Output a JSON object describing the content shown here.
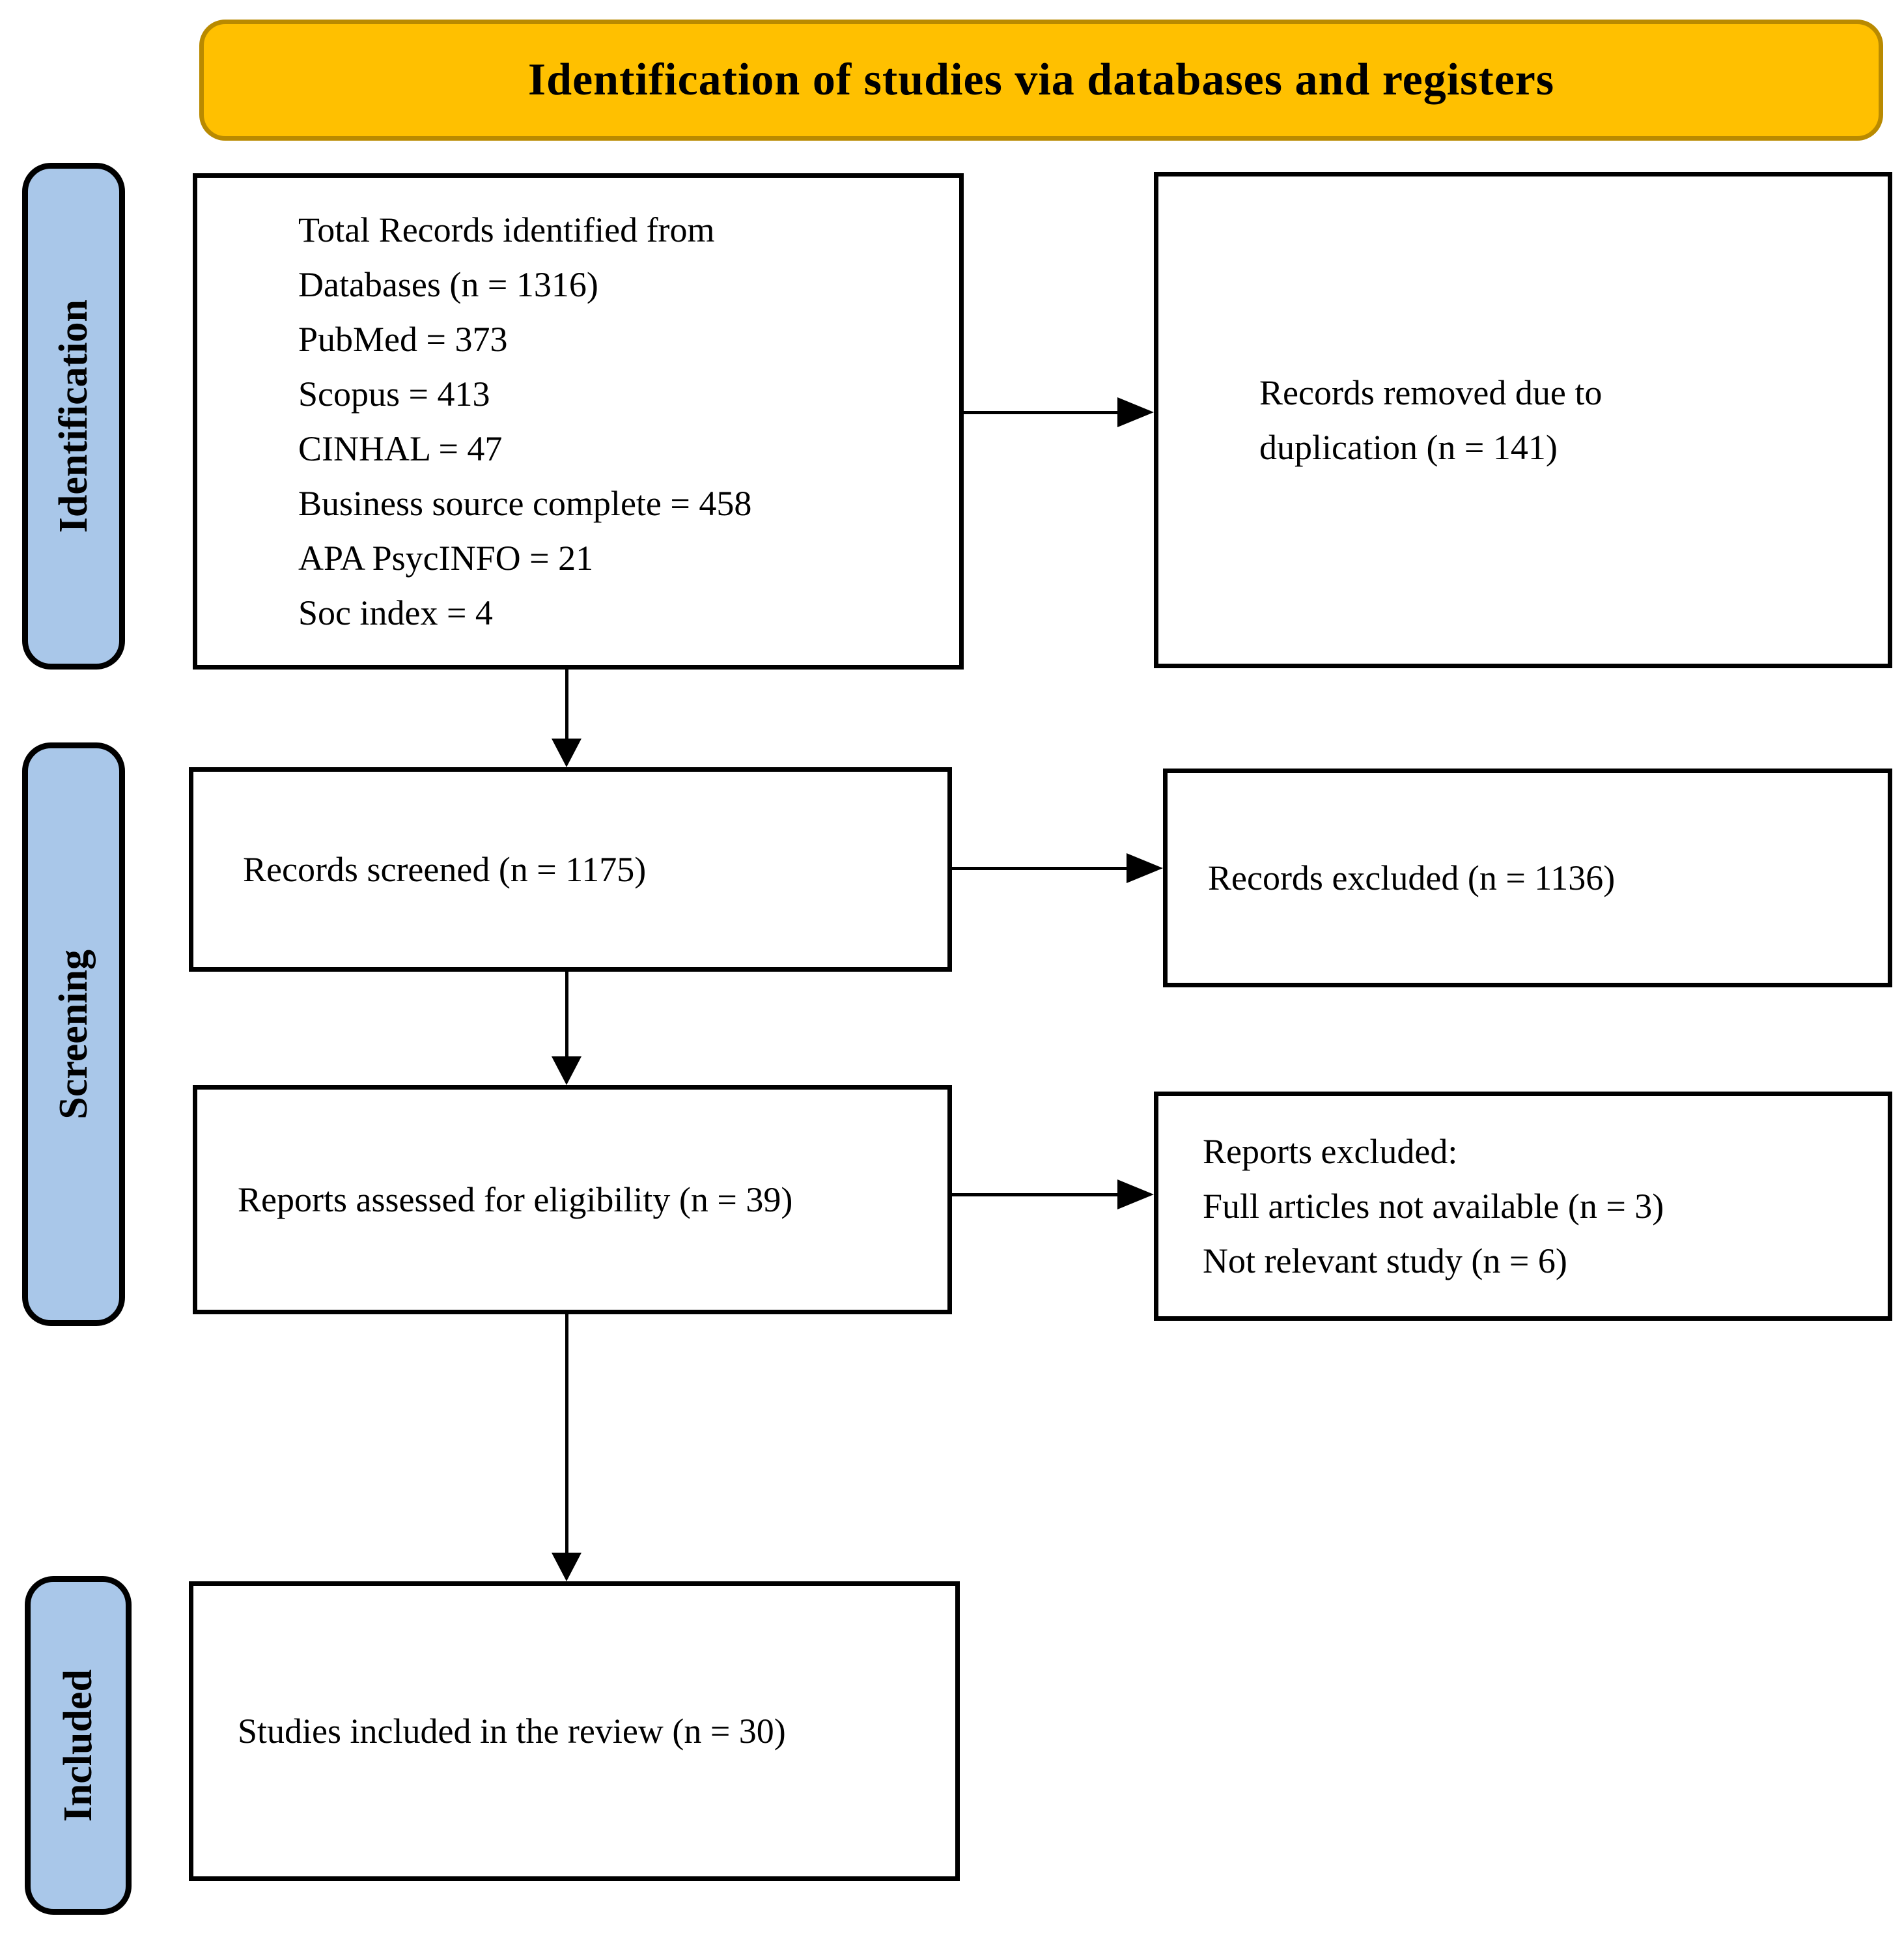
{
  "header": {
    "title": "Identification of studies via databases and registers"
  },
  "stages": {
    "identification": "Identification",
    "screening": "Screening",
    "included": "Included"
  },
  "boxes": {
    "identified": {
      "lines": [
        "Total Records identified from",
        "Databases (n = 1316)",
        "PubMed = 373",
        "Scopus = 413",
        "CINHAL = 47",
        "Business source complete = 458",
        "APA PsycINFO = 21",
        "Soc index = 4"
      ]
    },
    "duplicates_removed": {
      "lines": [
        "Records removed due to",
        "duplication (n = 141)"
      ]
    },
    "screened": {
      "text": "Records screened (n = 1175)"
    },
    "records_excluded": {
      "text": "Records excluded (n = 1136)"
    },
    "assessed": {
      "text": "Reports assessed for eligibility (n = 39)"
    },
    "reports_excluded": {
      "lines": [
        "Reports excluded:",
        "Full articles not available (n = 3)",
        "Not relevant study (n = 6)"
      ]
    },
    "included": {
      "text": "Studies included in the review (n = 30)"
    }
  },
  "colors": {
    "header_bg": "#FFC000",
    "header_border": "#B98A00",
    "stage_bg": "#A9C7E9",
    "box_bg": "#FFFFFF",
    "line": "#000000"
  }
}
